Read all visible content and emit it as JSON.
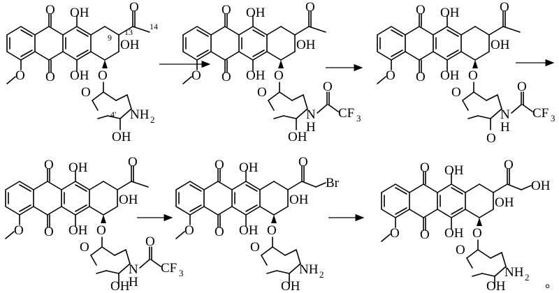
{
  "page": {
    "background": "#ffffff",
    "ink": "#000000"
  },
  "labels": {
    "O": "O",
    "OH": "OH",
    "NH": "NH",
    "NH2_base": "NH",
    "sub2": "2",
    "sub3": "3",
    "N": "N",
    "H": "H",
    "CF": "CF",
    "C": "C",
    "Br": "Br",
    "num9": "9",
    "num13": "13",
    "num14": "14",
    "num4p": "4'",
    "end_mark": "。"
  }
}
